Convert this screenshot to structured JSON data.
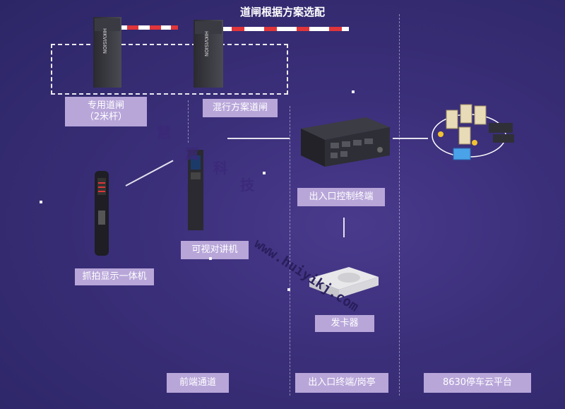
{
  "title": "道闸根据方案选配",
  "devices": {
    "barrier_dedicated": "专用道闸\n（2米杆）",
    "barrier_mixed": "混行方案道闸",
    "capture_display": "抓拍显示一体机",
    "video_intercom": "可视对讲机",
    "entrance_controller": "出入口控制终端",
    "card_issuer": "发卡器",
    "brand_text": "HIKVISION"
  },
  "zones": {
    "front_lane": "前端通道",
    "entrance_terminal": "出入口终端/岗亭",
    "platform": "8630停车云平台"
  },
  "watermark": {
    "company": [
      "慧",
      "翼",
      "科",
      "技"
    ],
    "website": "www.huiyikj.com"
  },
  "colors": {
    "background": "#3b2f7a",
    "label_bg": "#b8a6d9",
    "boom_red": "#e0353a",
    "boom_white": "#ffffff"
  }
}
